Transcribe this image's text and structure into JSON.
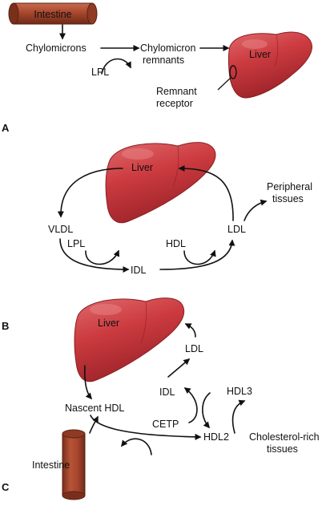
{
  "colors": {
    "liver": "#cc3b40",
    "liver_dark": "#9c2328",
    "liver_highlight": "#e57a7c",
    "intestine": "#a4442b",
    "intestine_dark": "#6e2a18",
    "intestine_highlight": "#c96a4e",
    "ink": "#111111"
  },
  "panels": {
    "a": {
      "letter": "A",
      "intestine_label": "Intestine",
      "chylomicrons": "Chylomicrons",
      "remnants_line1": "Chylomicron",
      "remnants_line2": "remnants",
      "lpl": "LPL",
      "liver_label": "Liver",
      "receptor_line1": "Remnant",
      "receptor_line2": "receptor"
    },
    "b": {
      "letter": "B",
      "liver_label": "Liver",
      "peripheral_line1": "Peripheral",
      "peripheral_line2": "tissues",
      "vldl": "VLDL",
      "ldl": "LDL",
      "lpl": "LPL",
      "hdl": "HDL",
      "idl": "IDL"
    },
    "c": {
      "letter": "C",
      "liver_label": "Liver",
      "ldl": "LDL",
      "idl": "IDL",
      "hdl3": "HDL3",
      "nascent_hdl": "Nascent HDL",
      "cetp": "CETP",
      "hdl2": "HDL2",
      "cholesterol_line1": "Cholesterol-rich",
      "cholesterol_line2": "tissues",
      "intestine_label": "Intestine"
    }
  }
}
